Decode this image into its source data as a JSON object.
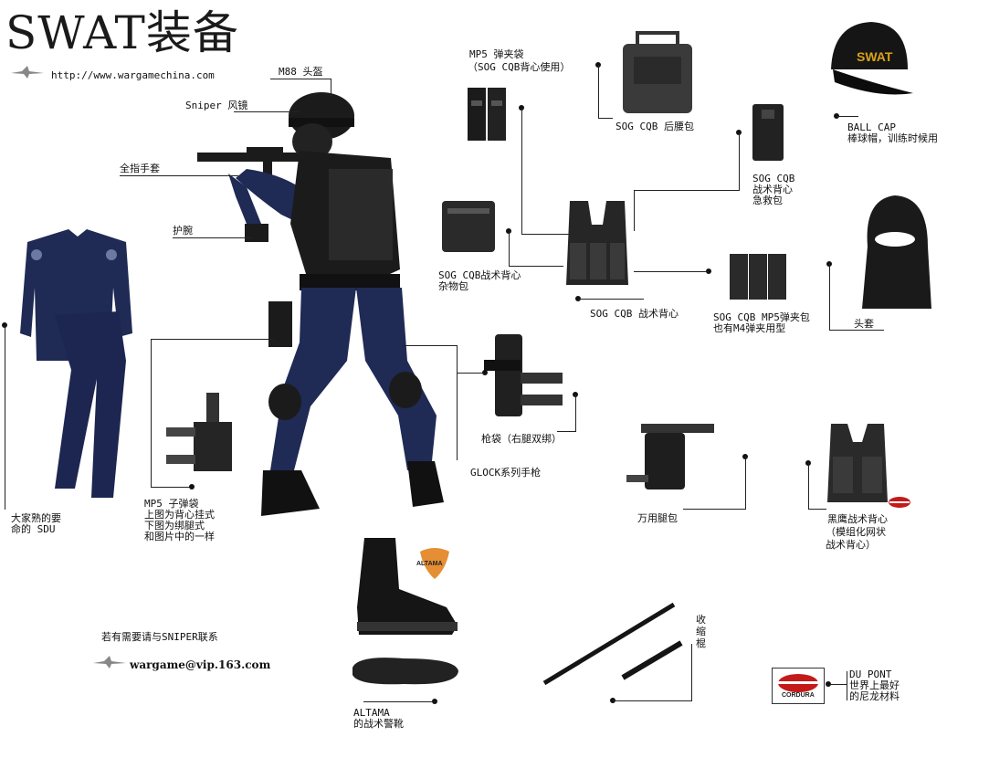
{
  "header": {
    "title": "SWAT装备",
    "url": "http://www.wargamechina.com"
  },
  "labels": {
    "m88_helmet": "M88 头盔",
    "sniper_goggles": "Sniper  风镜",
    "full_finger_gloves": "全指手套",
    "wrist_guard": "护腕",
    "mp5_pouch_line1": "MP5 弹夹袋",
    "mp5_pouch_line2": "（SOG CQB背心使用）",
    "sog_cqb_backpack": "SOG CQB 后腰包",
    "ball_cap_line1": "BALL CAP",
    "ball_cap_line2": "棒球帽，训练时候用",
    "sog_cqb_aid_line1": "SOG CQB",
    "sog_cqb_aid_line2": "战术背心",
    "sog_cqb_aid_line3": "急救包",
    "sog_cqb_utility_line1": "SOG CQB战术背心",
    "sog_cqb_utility_line2": "杂物包",
    "sog_cqb_vest": "SOG CQB 战术背心",
    "sog_cqb_mp5_line1": "SOG CQB MP5弹夹包",
    "sog_cqb_mp5_line2": "也有M4弹夹用型",
    "hood": "头套",
    "holster": "枪袋（右腿双绑）",
    "glock": "GLOCK系列手枪",
    "sdu_line1": "大家熟的要",
    "sdu_line2": "命的 SDU",
    "mp5_mag_line1": "MP5 子弹袋",
    "mp5_mag_line2": "上图为背心挂式",
    "mp5_mag_line3": "下图为绑腿式",
    "mp5_mag_line4": "和图片中的一样",
    "leg_pouch": "万用腿包",
    "blackhawk_line1": "黑鹰战术背心",
    "blackhawk_line2": "（模组化网状",
    "blackhawk_line3": "战术背心）",
    "baton": "收缩棍",
    "altama_line1": "ALTAMA",
    "altama_line2": "的战术警靴",
    "dupont_line1": "DU PONT",
    "dupont_line2": "世界上最好",
    "dupont_line3": "的尼龙材料",
    "contact": "若有需要请与SNIPER联系",
    "email": "wargame@vip.163.com"
  },
  "decor": {
    "cap_text": "SWAT",
    "altama_logo": "ALTAMA",
    "cordura_logo": "CORDURA"
  },
  "colors": {
    "uniform_navy": "#1f2a55",
    "gear_black": "#1b1b1b",
    "gear_gray": "#4a4a4a",
    "cap_gold": "#d9a21a",
    "logo_orange": "#e07a10",
    "logo_red": "#c41a1a"
  }
}
